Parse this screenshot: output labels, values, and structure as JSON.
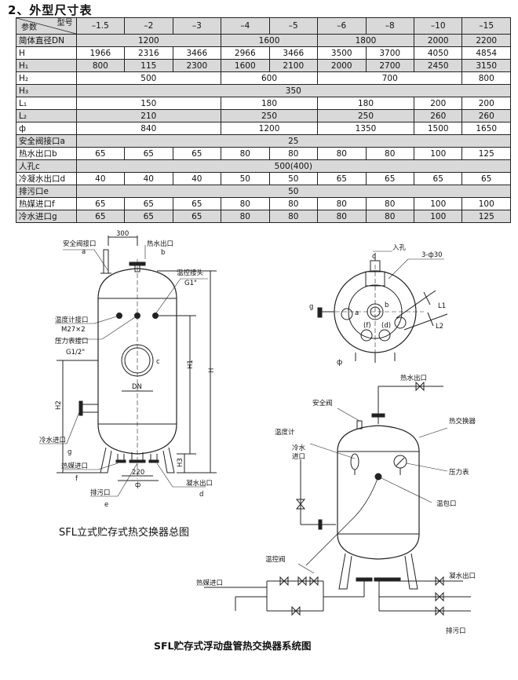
{
  "section_title": "2、外型尺寸表",
  "table": {
    "corner_top": "型号",
    "corner_bottom": "参数",
    "models": [
      "–1.5",
      "–2",
      "–3",
      "–4",
      "–5",
      "–6",
      "–8",
      "–10",
      "–15"
    ],
    "rows": [
      {
        "label": "简体直径DN",
        "shade": true,
        "cells": [
          {
            "v": "1200",
            "span": 3
          },
          {
            "v": "1600",
            "span": 2
          },
          {
            "v": "1800",
            "span": 2
          },
          {
            "v": "2000",
            "span": 1
          },
          {
            "v": "2200",
            "span": 1
          }
        ]
      },
      {
        "label": "H",
        "shade": false,
        "cells": [
          {
            "v": "1966",
            "span": 1
          },
          {
            "v": "2316",
            "span": 1
          },
          {
            "v": "3466",
            "span": 1
          },
          {
            "v": "2966",
            "span": 1
          },
          {
            "v": "3466",
            "span": 1
          },
          {
            "v": "3500",
            "span": 1
          },
          {
            "v": "3700",
            "span": 1
          },
          {
            "v": "4050",
            "span": 1
          },
          {
            "v": "4854",
            "span": 1
          }
        ]
      },
      {
        "label": "H₁",
        "shade": true,
        "cells": [
          {
            "v": "800",
            "span": 1
          },
          {
            "v": "115",
            "span": 1
          },
          {
            "v": "2300",
            "span": 1
          },
          {
            "v": "1600",
            "span": 1
          },
          {
            "v": "2100",
            "span": 1
          },
          {
            "v": "2000",
            "span": 1
          },
          {
            "v": "2700",
            "span": 1
          },
          {
            "v": "2450",
            "span": 1
          },
          {
            "v": "3150",
            "span": 1
          }
        ]
      },
      {
        "label": "H₂",
        "shade": false,
        "cells": [
          {
            "v": "500",
            "span": 3
          },
          {
            "v": "600",
            "span": 2
          },
          {
            "v": "700",
            "span": 3
          },
          {
            "v": "800",
            "span": 1
          }
        ]
      },
      {
        "label": "H₃",
        "shade": true,
        "cells": [
          {
            "v": "350",
            "span": 9
          }
        ]
      },
      {
        "label": "L₁",
        "shade": false,
        "cells": [
          {
            "v": "150",
            "span": 3
          },
          {
            "v": "180",
            "span": 2
          },
          {
            "v": "180",
            "span": 2
          },
          {
            "v": "200",
            "span": 1
          },
          {
            "v": "200",
            "span": 1
          }
        ]
      },
      {
        "label": "L₂",
        "shade": true,
        "cells": [
          {
            "v": "210",
            "span": 3
          },
          {
            "v": "250",
            "span": 2
          },
          {
            "v": "250",
            "span": 2
          },
          {
            "v": "260",
            "span": 1
          },
          {
            "v": "260",
            "span": 1
          }
        ]
      },
      {
        "label": "ф",
        "shade": false,
        "cells": [
          {
            "v": "840",
            "span": 3
          },
          {
            "v": "1200",
            "span": 2
          },
          {
            "v": "1350",
            "span": 2
          },
          {
            "v": "1500",
            "span": 1
          },
          {
            "v": "1650",
            "span": 1
          }
        ]
      },
      {
        "label": "安全阀接口a",
        "shade": true,
        "cells": [
          {
            "v": "25",
            "span": 9
          }
        ]
      },
      {
        "label": "热水出口b",
        "shade": false,
        "cells": [
          {
            "v": "65",
            "span": 1
          },
          {
            "v": "65",
            "span": 1
          },
          {
            "v": "65",
            "span": 1
          },
          {
            "v": "80",
            "span": 1
          },
          {
            "v": "80",
            "span": 1
          },
          {
            "v": "80",
            "span": 1
          },
          {
            "v": "80",
            "span": 1
          },
          {
            "v": "100",
            "span": 1
          },
          {
            "v": "125",
            "span": 1
          }
        ]
      },
      {
        "label": "人孔c",
        "shade": true,
        "cells": [
          {
            "v": "500(400)",
            "span": 9
          }
        ]
      },
      {
        "label": "冷凝水出口d",
        "shade": false,
        "cells": [
          {
            "v": "40",
            "span": 1
          },
          {
            "v": "40",
            "span": 1
          },
          {
            "v": "40",
            "span": 1
          },
          {
            "v": "50",
            "span": 1
          },
          {
            "v": "50",
            "span": 1
          },
          {
            "v": "65",
            "span": 1
          },
          {
            "v": "65",
            "span": 1
          },
          {
            "v": "65",
            "span": 1
          },
          {
            "v": "65",
            "span": 1
          }
        ]
      },
      {
        "label": "排污口e",
        "shade": true,
        "cells": [
          {
            "v": "50",
            "span": 9
          }
        ]
      },
      {
        "label": "热媒进口f",
        "shade": false,
        "cells": [
          {
            "v": "65",
            "span": 1
          },
          {
            "v": "65",
            "span": 1
          },
          {
            "v": "65",
            "span": 1
          },
          {
            "v": "80",
            "span": 1
          },
          {
            "v": "80",
            "span": 1
          },
          {
            "v": "80",
            "span": 1
          },
          {
            "v": "80",
            "span": 1
          },
          {
            "v": "100",
            "span": 1
          },
          {
            "v": "100",
            "span": 1
          }
        ]
      },
      {
        "label": "冷水进口g",
        "shade": true,
        "cells": [
          {
            "v": "65",
            "span": 1
          },
          {
            "v": "65",
            "span": 1
          },
          {
            "v": "65",
            "span": 1
          },
          {
            "v": "80",
            "span": 1
          },
          {
            "v": "80",
            "span": 1
          },
          {
            "v": "80",
            "span": 1
          },
          {
            "v": "80",
            "span": 1
          },
          {
            "v": "100",
            "span": 1
          },
          {
            "v": "125",
            "span": 1
          }
        ]
      }
    ]
  },
  "general_drawing": {
    "caption": "SFL立式贮存式热交换器总图",
    "labels": {
      "safety_valve": "安全阀接口",
      "a": "a",
      "dim_300": "300",
      "hot_out": "热水出口",
      "b": "b",
      "temp_ctrl_joint": "温控接头",
      "g1": "G1\"",
      "thermo_port": "温度计接口",
      "m27": "M27×2",
      "pressure_port": "压力表接口",
      "g12": "G1/2\"",
      "c": "c",
      "dn": "DN",
      "h1": "H1",
      "h": "H",
      "h2": "H2",
      "h3": "H3",
      "cold_in": "冷水进口",
      "g": "g",
      "medium_in": "热媒进口",
      "f": "f",
      "dim_220": "220",
      "phi": "ф",
      "drain": "排污口",
      "e": "e",
      "condensate_out": "凝水出口",
      "d": "d"
    }
  },
  "top_view": {
    "labels": {
      "manhole": "入孔",
      "c": "c",
      "holes": "3-ф30",
      "l1": "L1",
      "l2": "L2",
      "g": "g",
      "a": "a",
      "b": "b",
      "f": "(f)",
      "d": "(d)",
      "phi": "ф"
    }
  },
  "system_drawing": {
    "caption": "SFL贮存式浮动盘管热交换器系统图",
    "labels": {
      "hot_out_top": "热水出口",
      "safety_valve": "安全阀",
      "heat_exchanger": "热交换器",
      "thermometer": "温度计",
      "cold_in": "冷水\n进口",
      "pressure_gauge": "压力表",
      "bulb_port": "温包口",
      "temp_valve": "温控阀",
      "medium_in": "热媒进口",
      "condensate_out": "凝水出口",
      "drain": "排污口"
    }
  }
}
